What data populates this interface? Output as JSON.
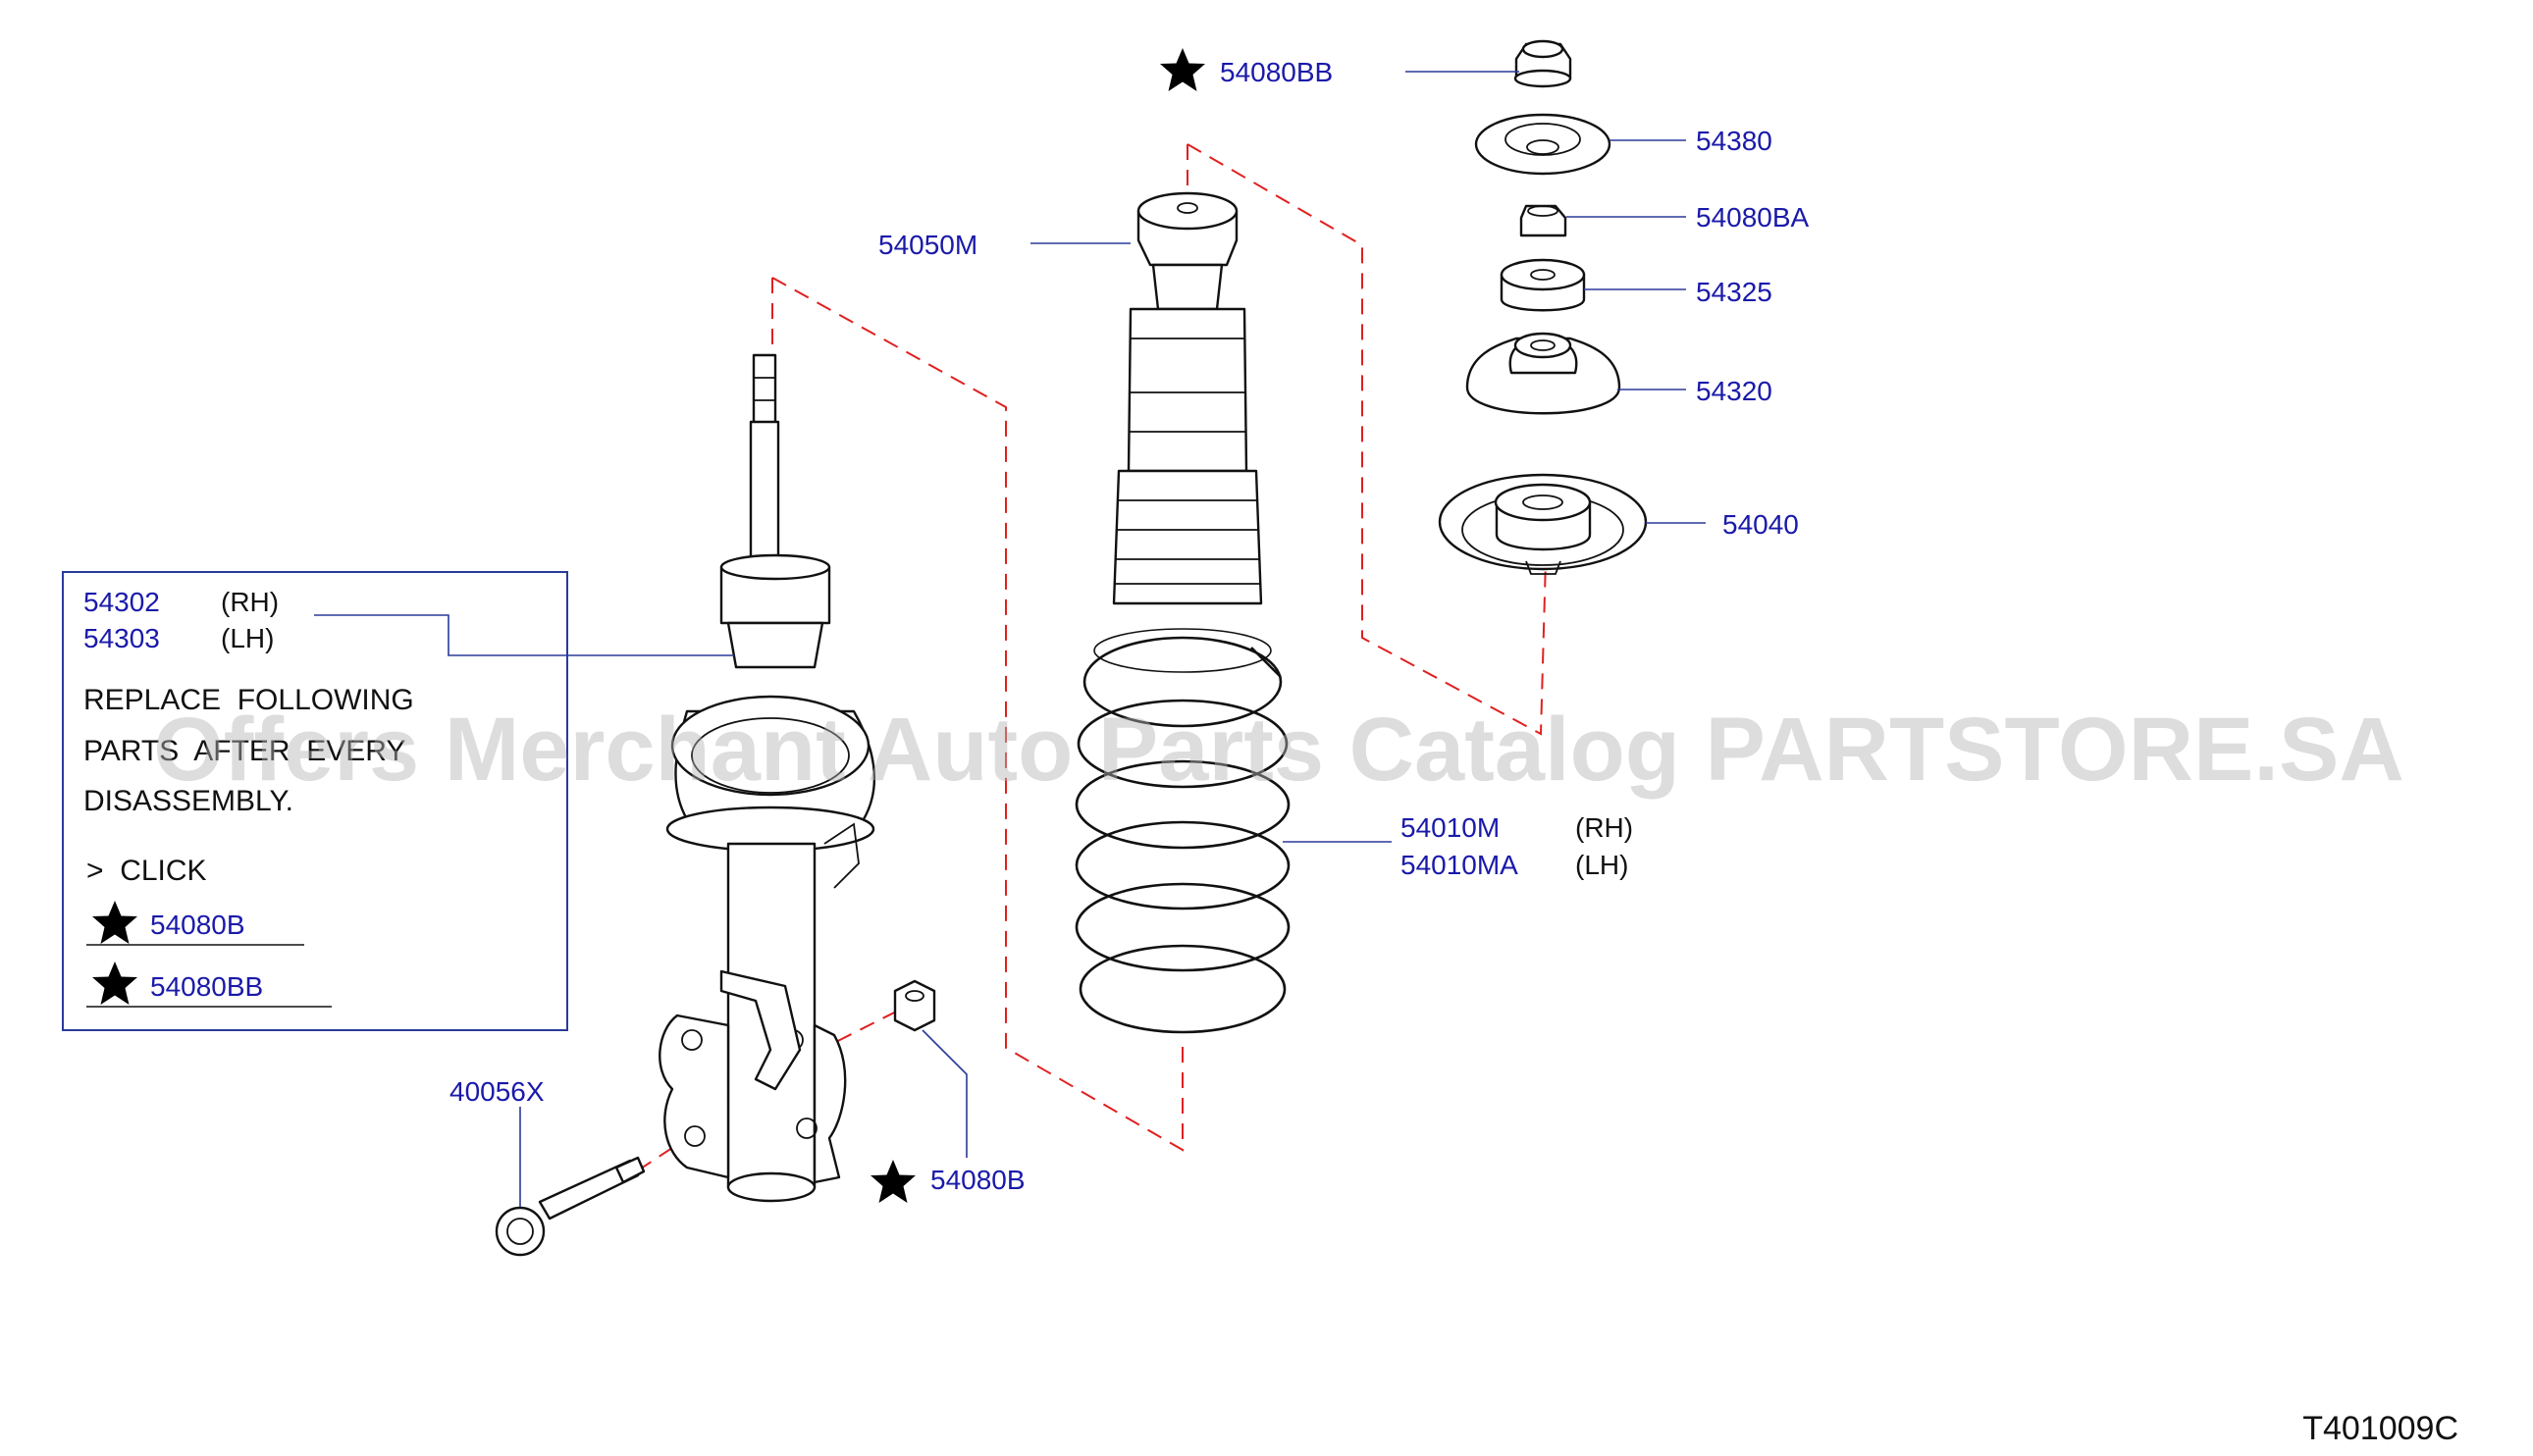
{
  "colors": {
    "label_blue": "#1a1aaa",
    "leader": "#2a3a9a",
    "dashed_red": "#e02020",
    "ink": "#111111",
    "watermark": "#b4b4b4"
  },
  "watermark": "Offers Merchant Auto Parts Catalog PARTSTORE.SA",
  "diagram_code": "T401009C",
  "parts": {
    "p54080BB": "54080BB",
    "p54380": "54380",
    "p54080BA": "54080BA",
    "p54325": "54325",
    "p54050M": "54050M",
    "p54320": "54320",
    "p54040": "54040",
    "p54010M": "54010M",
    "p54010M_side": "(RH)",
    "p54010MA": "54010MA",
    "p54010MA_side": "(LH)",
    "p40056X": "40056X",
    "p54080B": "54080B"
  },
  "notice_box": {
    "part_rh": "54302",
    "part_rh_side": "(RH)",
    "part_lh": "54303",
    "part_lh_side": "(LH)",
    "line1": "REPLACE  FOLLOWING",
    "line2": "PARTS  AFTER  EVERY",
    "line3": "DISASSEMBLY.",
    "click": ">  CLICK",
    "item1": "54080B",
    "item2": "54080BB"
  },
  "icons": {
    "replace_marker": "star-icon"
  }
}
